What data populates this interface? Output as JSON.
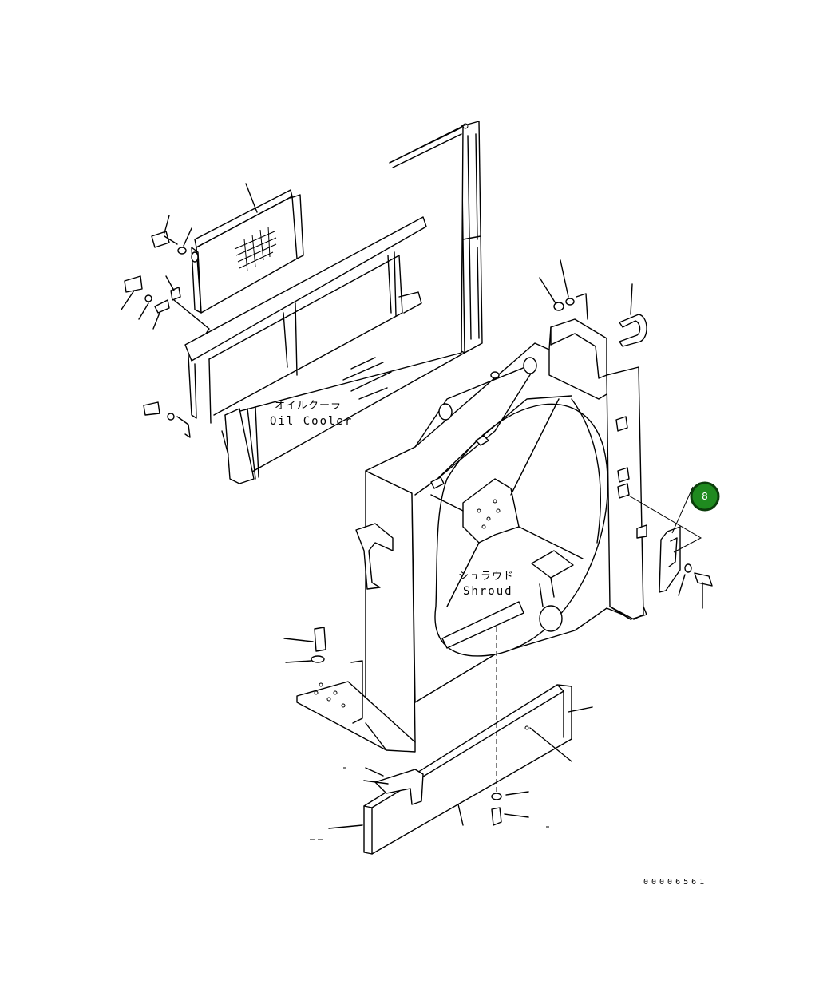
{
  "labels": {
    "oil_cooler_jp": "オイルクーラ",
    "oil_cooler_en": "Oil Cooler",
    "shroud_jp": "シュラウド",
    "shroud_en": "Shroud"
  },
  "callout": {
    "number": "8",
    "color": "#1f8a1f"
  },
  "drawing_code": "00006561"
}
